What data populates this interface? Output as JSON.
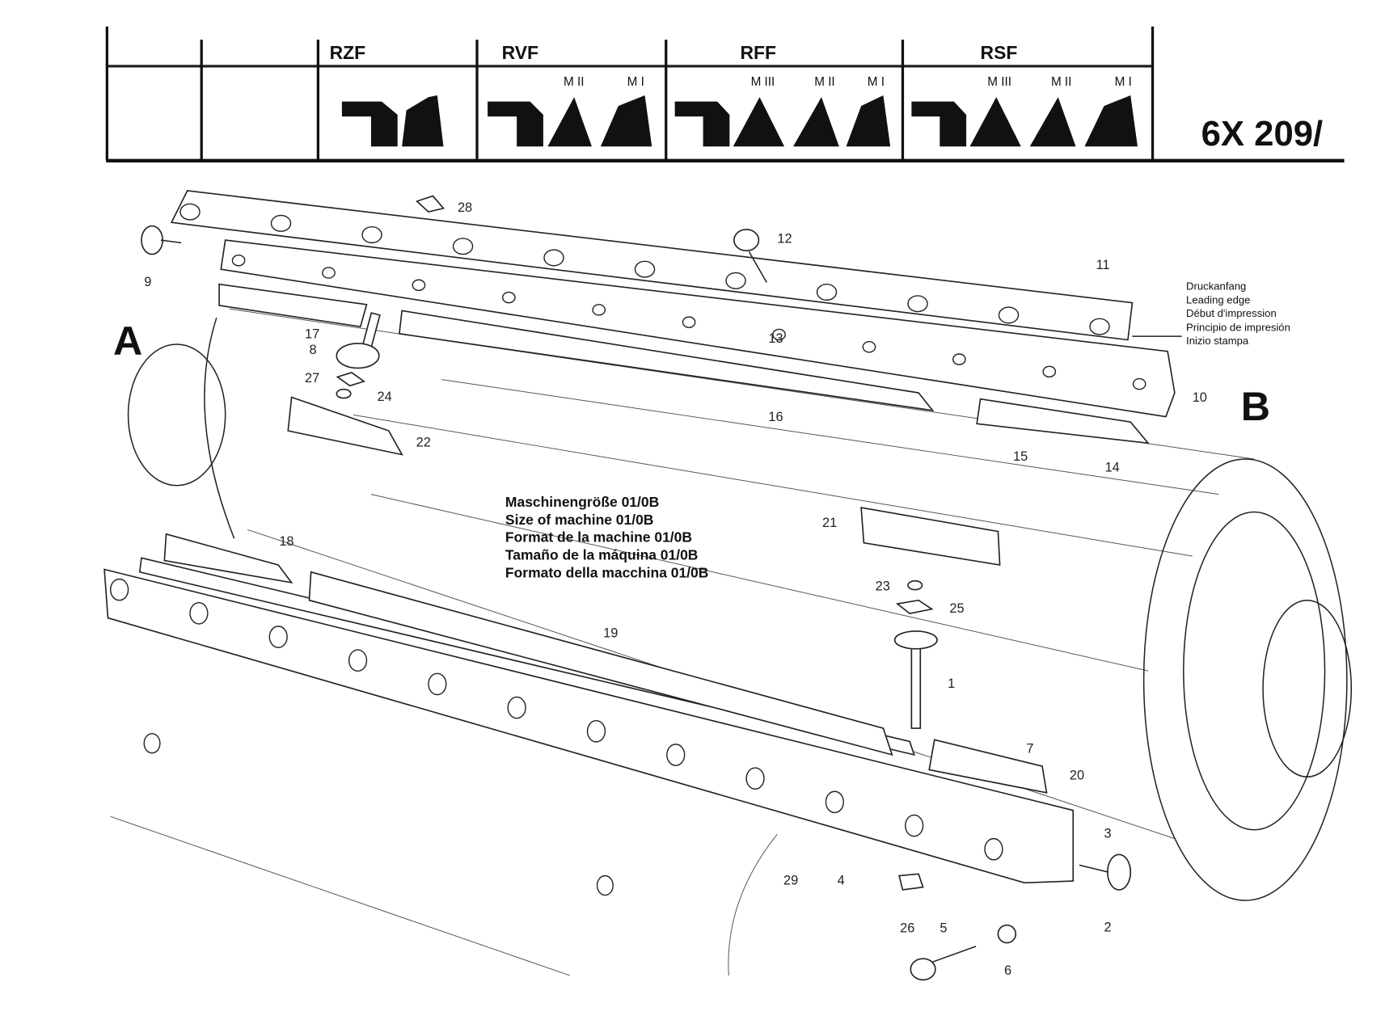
{
  "header": {
    "columns": [
      {
        "label": "RZF",
        "modules": []
      },
      {
        "label": "RVF",
        "modules": [
          "M II",
          "M I"
        ]
      },
      {
        "label": "RFF",
        "modules": [
          "M III",
          "M II",
          "M I"
        ]
      },
      {
        "label": "RSF",
        "modules": [
          "M III",
          "M II",
          "M I"
        ]
      }
    ],
    "document_code": "6X 209/"
  },
  "side_labels": {
    "left": "A",
    "right": "B"
  },
  "leading_edge_note": [
    "Druckanfang",
    "Leading edge",
    "Début d'impression",
    "Principio de impresión",
    "Inizio stampa"
  ],
  "machine_size_note": [
    "Maschinengröße 01/0B",
    "Size of machine 01/0B",
    "Format de la machine 01/0B",
    "Tamaño de la máquina 01/0B",
    "Formato della macchina 01/0B"
  ],
  "part_numbers": [
    "28",
    "12",
    "11",
    "9",
    "17",
    "8",
    "13",
    "10",
    "27",
    "24",
    "16",
    "22",
    "15",
    "14",
    "21",
    "18",
    "23",
    "25",
    "19",
    "1",
    "7",
    "20",
    "3",
    "29",
    "4",
    "2",
    "26",
    "5",
    "6"
  ]
}
